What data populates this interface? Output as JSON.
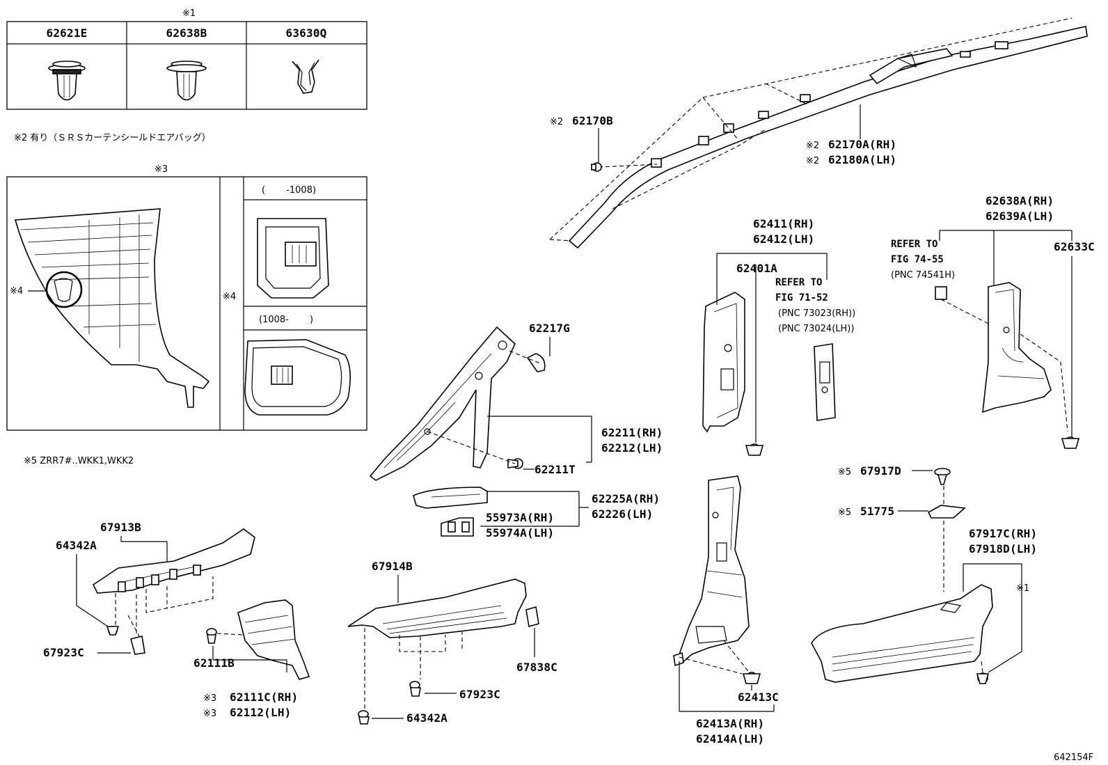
{
  "clip_table": {
    "marker": "※1",
    "headers": [
      "62621E",
      "62638B",
      "63630Q"
    ]
  },
  "notes": {
    "n2": "※2 有り（ＳＲＳカーテンシールドエアバッグ）",
    "n3": "※3",
    "n4": "※4",
    "n4b": "※4",
    "n5": "※5 ZRR7#..WKK1,WKK2",
    "range_a": "(　　 -1008)",
    "range_b": "(1008-　　 )"
  },
  "labels": {
    "p62170B": "62170B",
    "p62170A": "62170A(RH)",
    "p62180A": "62180A(LH)",
    "p62411": "62411(RH)",
    "p62412": "62412(LH)",
    "p62401A": "62401A",
    "ref1_a": "REFER TO",
    "ref1_b": "FIG 71-52",
    "ref1_c": "(PNC 73023(RH))",
    "ref1_d": "(PNC 73024(LH))",
    "p62638A": "62638A(RH)",
    "p62639A": "62639A(LH)",
    "ref2_a": "REFER TO",
    "ref2_b": "FIG 74-55",
    "ref2_c": "(PNC 74541H)",
    "p62633C": "62633C",
    "p62217G": "62217G",
    "p62211": "62211(RH)",
    "p62212": "62212(LH)",
    "p62211T": "62211T",
    "p62225A": "62225A(RH)",
    "p62226": "62226(LH)",
    "p55973A": "55973A(RH)",
    "p55974A": "55974A(LH)",
    "p67913B": "67913B",
    "p64342A_1": "64342A",
    "p67923C_1": "67923C",
    "p62111B": "62111B",
    "p62111C": "62111C(RH)",
    "p62112": "62112(LH)",
    "p67914B": "67914B",
    "p67838C": "67838C",
    "p67923C_2": "67923C",
    "p64342A_2": "64342A",
    "p62413C": "62413C",
    "p62413A": "62413A(RH)",
    "p62414A": "62414A(LH)",
    "p67917D": "67917D",
    "p51775": "51775",
    "p67917C": "67917C(RH)",
    "p67918D": "67918D(LH)",
    "fig_code": "642154F"
  },
  "markers": {
    "m2a": "※2",
    "m2b": "※2",
    "m2c": "※2",
    "m3a": "※3",
    "m3b": "※3",
    "m5a": "※5",
    "m5b": "※5",
    "m1": "※1"
  }
}
